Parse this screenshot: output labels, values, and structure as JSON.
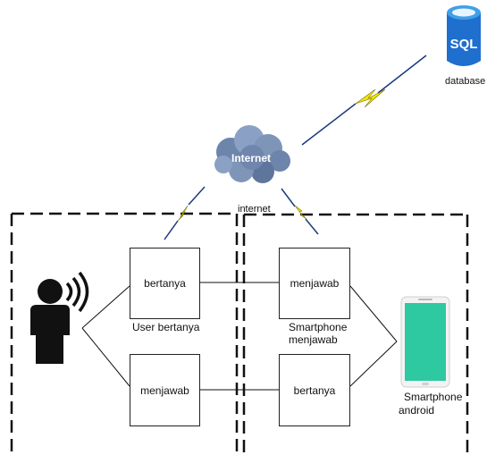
{
  "labels": {
    "database": "database",
    "cloud": "Internet",
    "internet": "internet",
    "db_icon_text": "SQL",
    "user_group": "User bertanya",
    "phone_group_line1": "Smartphone",
    "phone_group_line2": "menjawab",
    "android_line1": "Smartphone",
    "android_line2": "android"
  },
  "boxes": {
    "user_ask": "bertanya",
    "user_answer": "menjawab",
    "phone_answer": "menjawab",
    "phone_ask": "bertanya"
  },
  "colors": {
    "database_blue": "#1f6fcf",
    "database_top": "#3fa0e8",
    "cloud": "#7f95b8",
    "lightning": "#f2e600",
    "phone_screen": "#2ec9a0",
    "person": "#111111"
  },
  "icons": [
    "sql-database-icon",
    "internet-cloud-icon",
    "speaking-person-icon",
    "smartphone-icon",
    "lightning-icon"
  ]
}
